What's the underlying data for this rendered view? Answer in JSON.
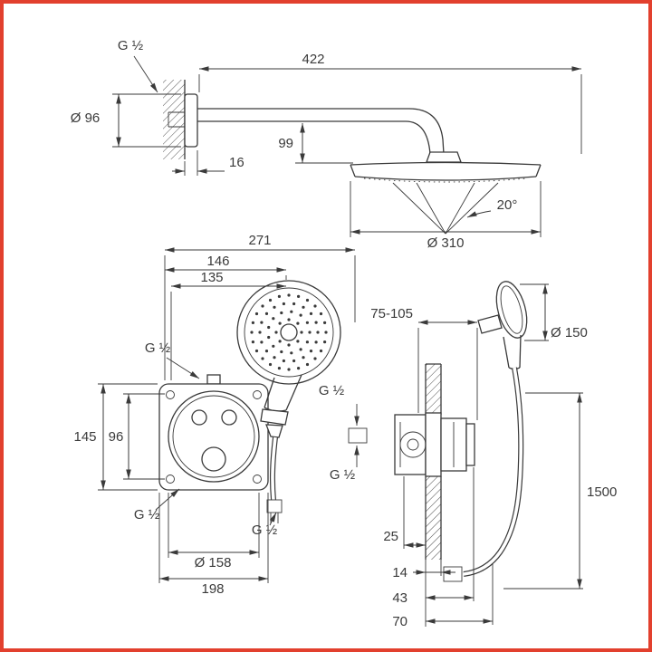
{
  "frame": {
    "background": "#ffffff",
    "border_color": "#e2402e"
  },
  "colors": {
    "line": "#3a3a3a"
  },
  "overhead_view": {
    "thread": "G ½",
    "arm_projection": "422",
    "escutcheon_diameter": "Ø 96",
    "head_drop": "99",
    "escutcheon_depth": "16",
    "spray_angle": "20°",
    "head_diameter": "Ø 310"
  },
  "front_view": {
    "overall_width": "271",
    "dim_146": "146",
    "dim_135": "135",
    "supply_thread": "G ½",
    "height_145": "145",
    "height_96": "96",
    "bottom_left_thread": "G ½",
    "hose_thread": "G ½",
    "trim_diameter": "Ø 158",
    "plate_width": "198"
  },
  "side_view": {
    "upper_thread": "G ½",
    "lower_thread": "G ½",
    "install_depth_range": "75-105",
    "hand_shower_diameter": "Ø 150",
    "hose_length": "1500",
    "dim_25": "25",
    "dim_14": "14",
    "dim_43": "43",
    "dim_70": "70"
  }
}
